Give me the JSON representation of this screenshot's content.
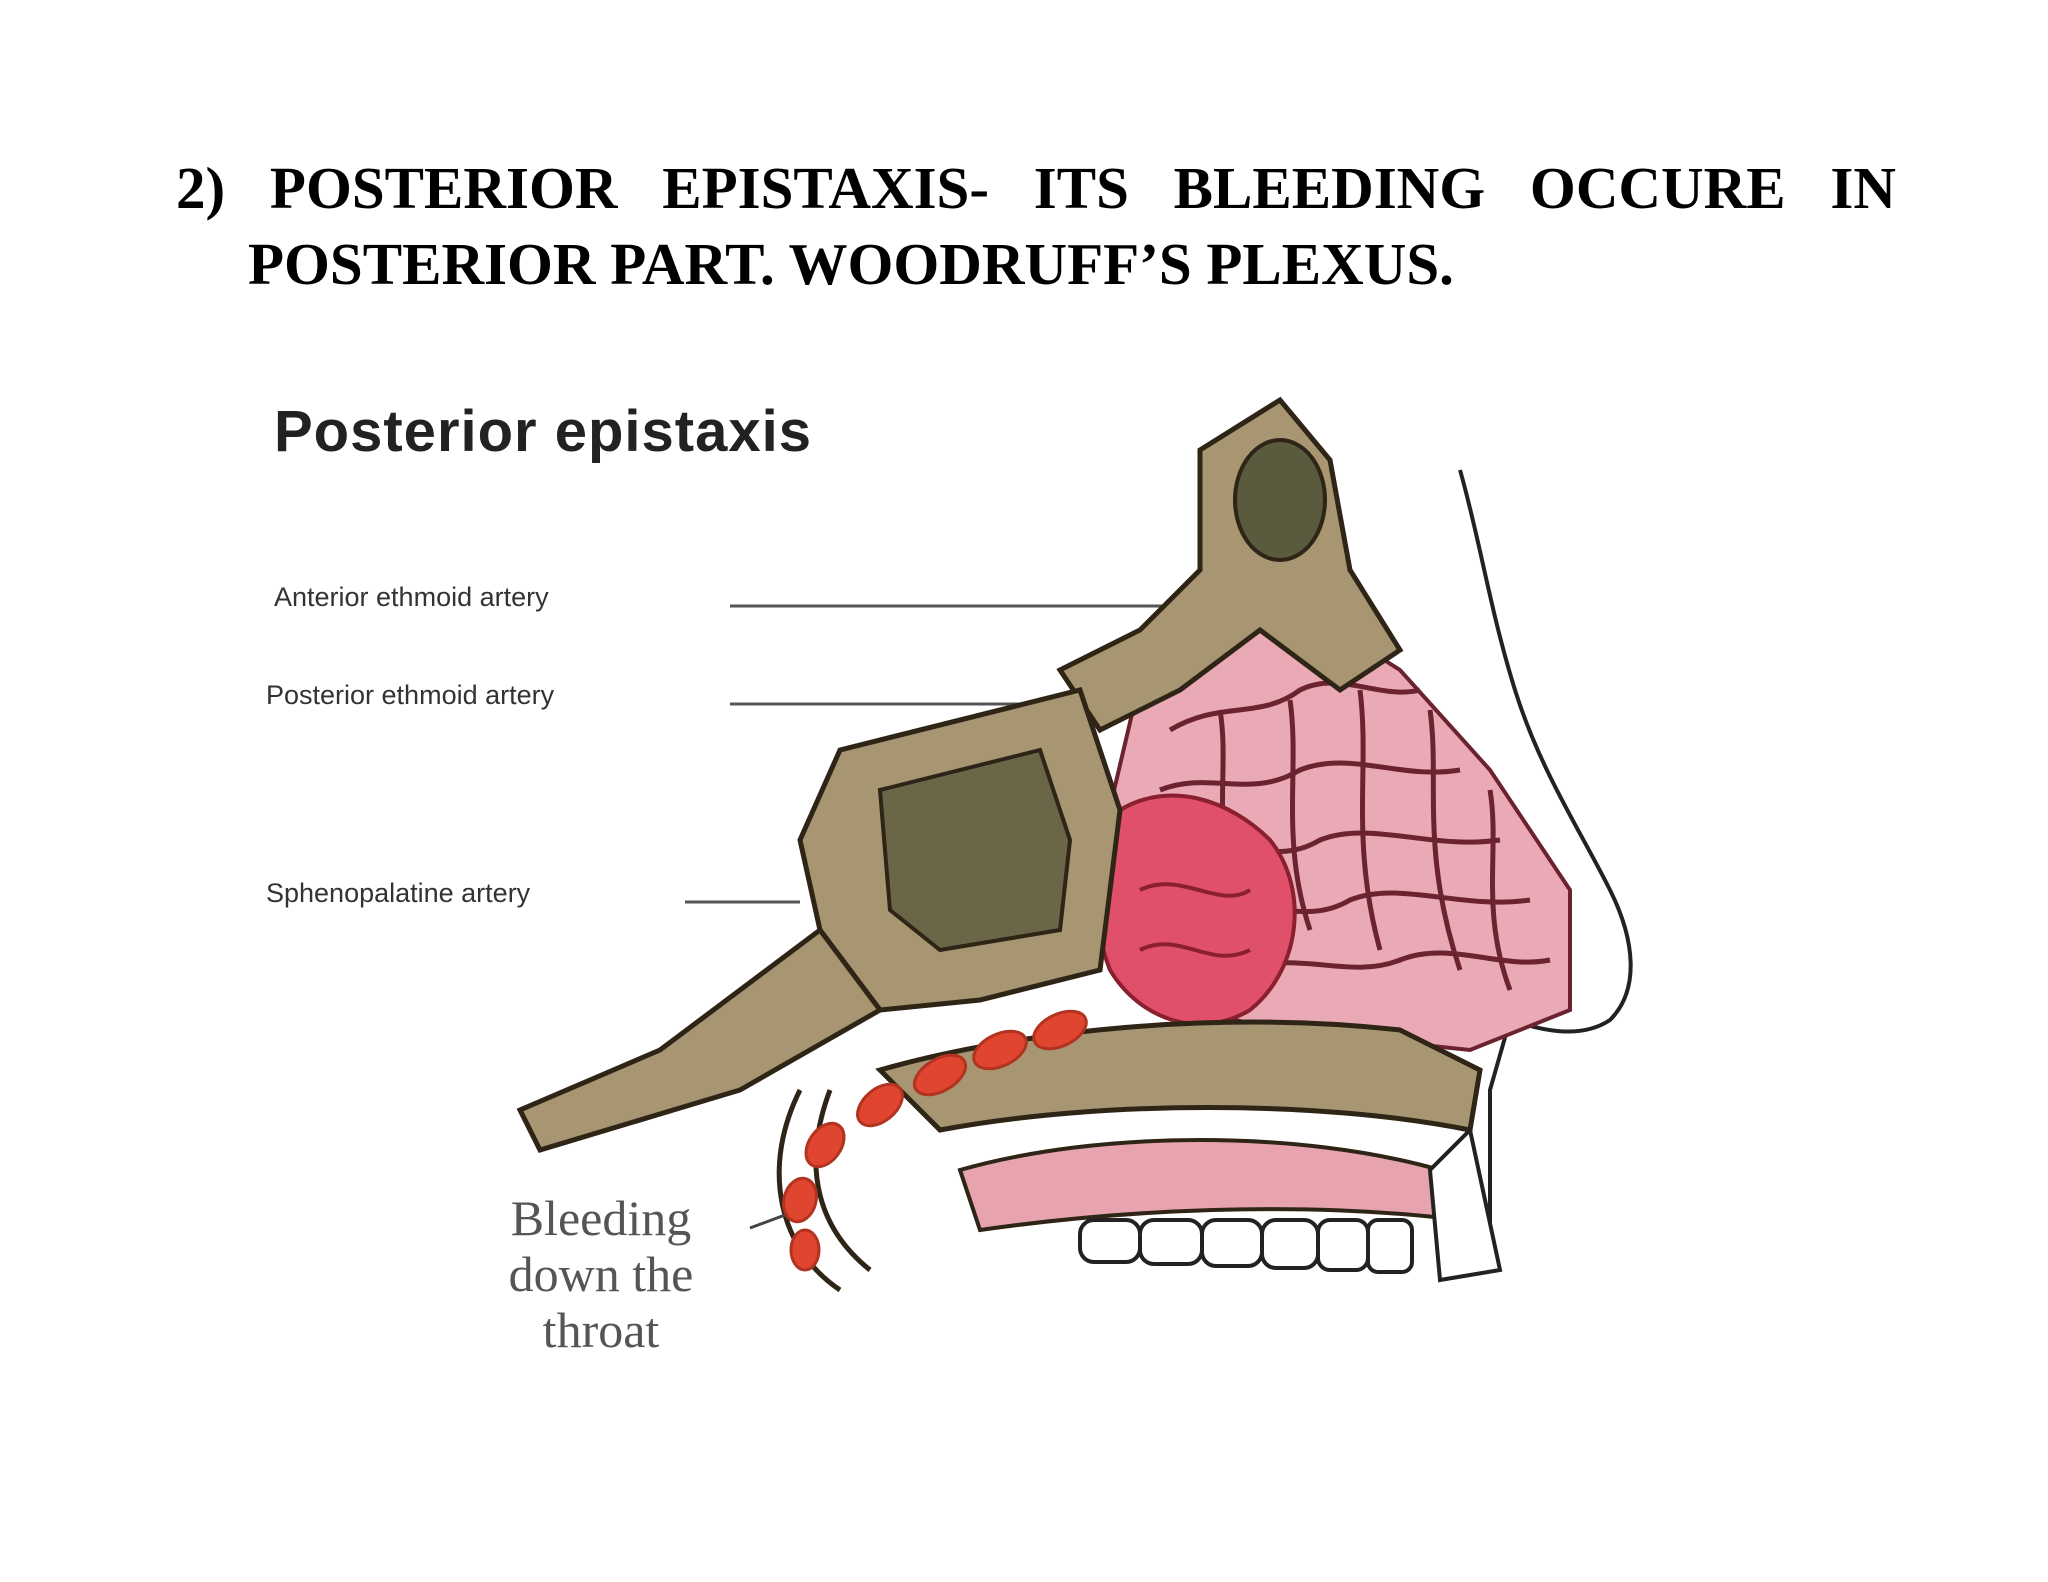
{
  "heading": {
    "line1_words": [
      "2)",
      "POSTERIOR",
      "EPISTAXIS-",
      "ITS",
      "BLEEDING",
      "OCCURE",
      "IN"
    ],
    "line2": "POSTERIOR PART. WOODRUFF’S PLEXUS."
  },
  "figure": {
    "title": "Posterior epistaxis",
    "labels": {
      "anterior_ethmoid": "Anterior ethmoid artery",
      "posterior_ethmoid": "Posterior ethmoid artery",
      "sphenopalatine": "Sphenopalatine artery",
      "bleeding": [
        "Bleeding",
        "down the",
        "throat"
      ]
    },
    "colors": {
      "bone": "#a89572",
      "bone_dark": "#4a3d2a",
      "mucosa": "#e9a9b5",
      "vessel": "#6b2330",
      "blood": "#e0452f",
      "sinus": "#5a5a3e"
    }
  }
}
